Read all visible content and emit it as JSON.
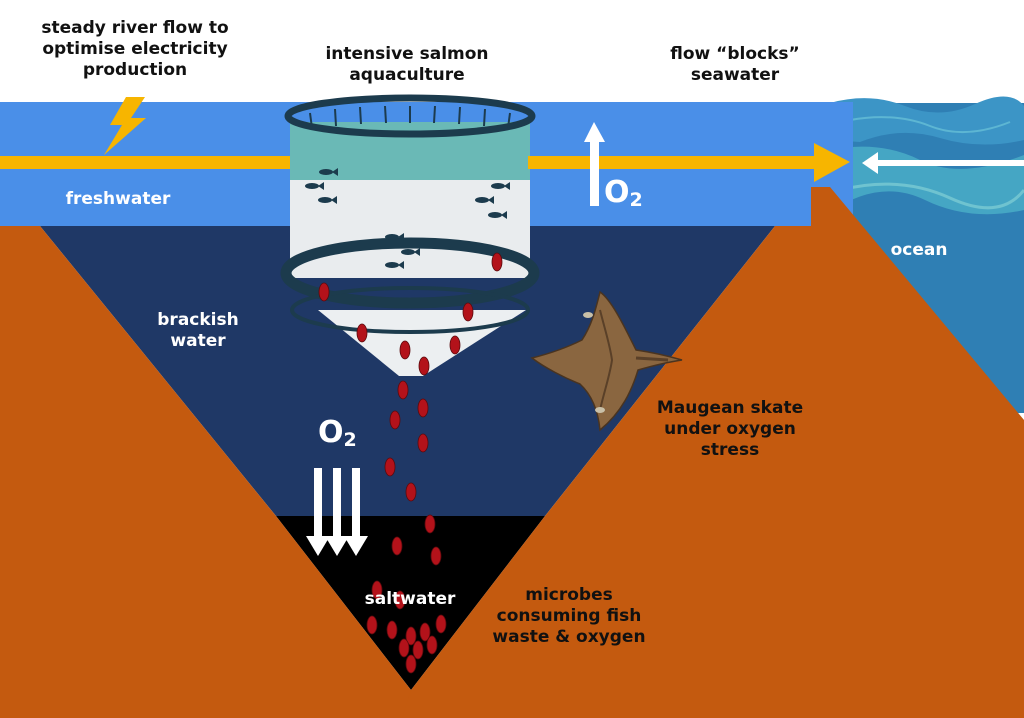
{
  "labels": {
    "river_flow": "steady river flow to\noptimise electricity\nproduction",
    "aquaculture": "intensive salmon\naquaculture",
    "flow_blocks": "flow “blocks”\nseawater",
    "freshwater": "freshwater",
    "ocean": "ocean",
    "brackish": "brackish\nwater",
    "skate": "Maugean skate\nunder oxygen\nstress",
    "saltwater": "saltwater",
    "microbes": "microbes\nconsuming fish\nwaste & oxygen"
  },
  "oxygen": {
    "symbol": "O",
    "subscript": "2"
  },
  "icons": [
    "lightning-icon",
    "salmon-icon",
    "skate-icon",
    "arrow-up-icon",
    "arrow-down-icon",
    "arrow-right-icon",
    "arrow-left-icon"
  ],
  "colors": {
    "freshwater": "#4a8fe8",
    "brackish": "#1f3866",
    "saltwater": "#000000",
    "sediment": "#c45a0f",
    "ocean": "#2f7fb4",
    "flow_arrow": "#f7b500",
    "waste_pellet": "#b3121a",
    "pen_band": "#6ab9b6"
  }
}
